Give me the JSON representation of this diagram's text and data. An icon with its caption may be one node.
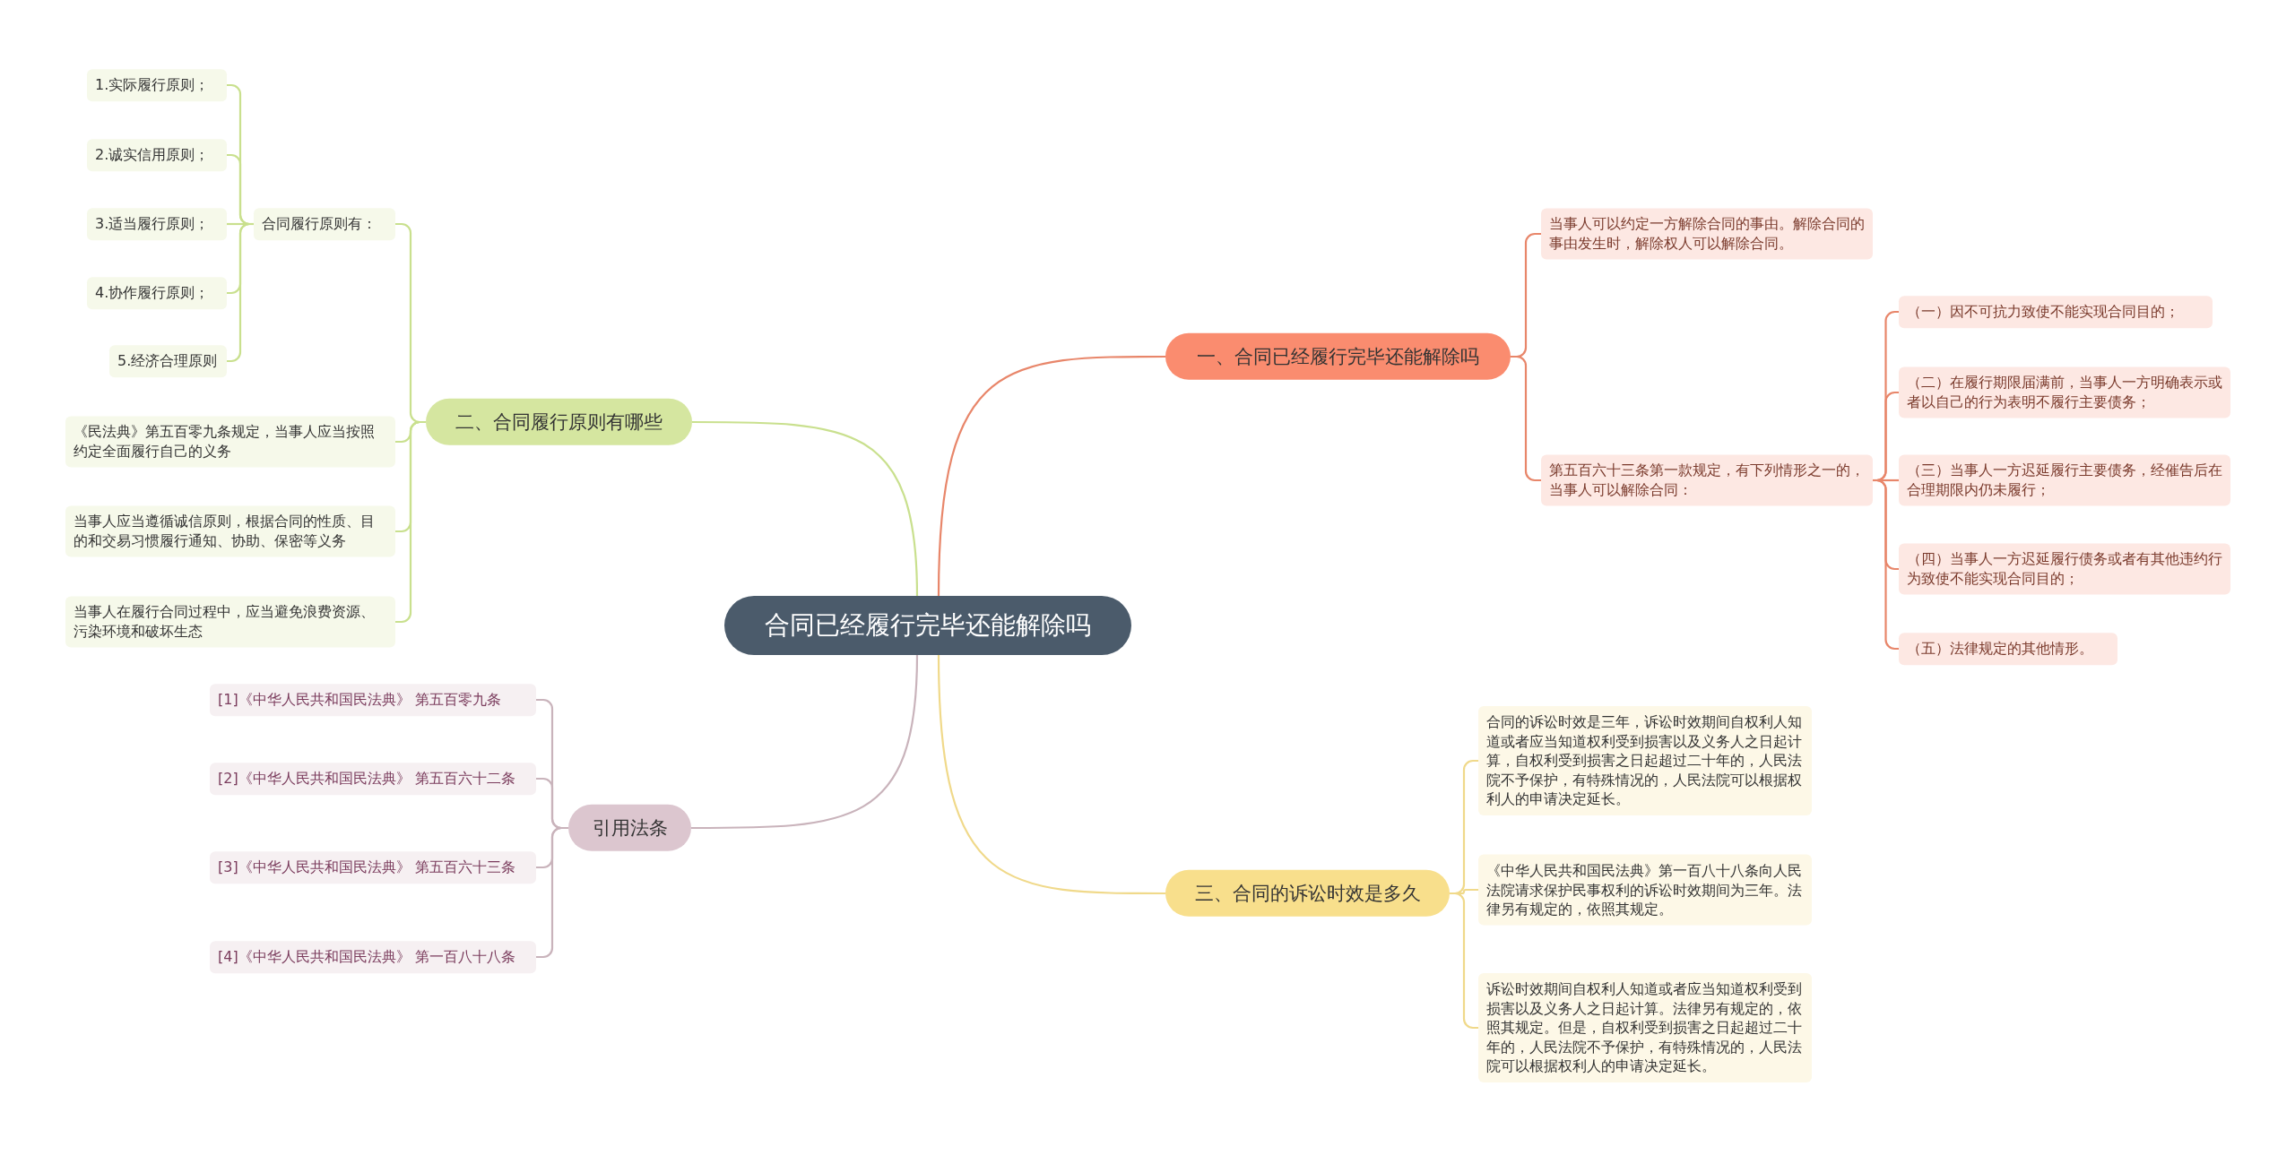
{
  "diagram": {
    "nodes": [
      {
        "text": [
          "合同已经履行完毕还能解除吗"
        ]
      },
      {
        "text": [
          "一、合同已经履行完毕还能解除吗"
        ]
      },
      {
        "text": [
          "当事人可以约定一方解除合同的事由。解除合同的事由发生时，解除权人可以解除合同。"
        ]
      },
      {
        "text": [
          "第五百六十三条第一款规定，有下列情形之一的，当事人可以解除合同："
        ]
      },
      {
        "text": [
          "（一）因不可抗力致使不能实现合同目的；"
        ]
      },
      {
        "text": [
          "（二）在履行期限届满前，当事人一方明确表示或者以自己的行为表明不履行主要债务；"
        ]
      },
      {
        "text": [
          "（三）当事人一方迟延履行主要债务，经催告后在合理期限内仍未履行；"
        ]
      },
      {
        "text": [
          "（四）当事人一方迟延履行债务或者有其他违约行为致使不能实现合同目的；"
        ]
      },
      {
        "text": [
          "（五）法律规定的其他情形。"
        ]
      },
      {
        "text": [
          "二、合同履行原则有哪些"
        ]
      },
      {
        "text": [
          "合同履行原则有："
        ]
      },
      {
        "text": [
          "1.实际履行原则；"
        ]
      },
      {
        "text": [
          "2.诚实信用原则；"
        ]
      },
      {
        "text": [
          "3.适当履行原则；"
        ]
      },
      {
        "text": [
          "4.协作履行原则；"
        ]
      },
      {
        "text": [
          "5.经济合理原则"
        ]
      },
      {
        "text": [
          "《民法典》第五百零九条规定，当事人应当按照约定全面履行自己的义务"
        ]
      },
      {
        "text": [
          "当事人应当遵循诚信原则，根据合同的性质、目的和交易习惯履行通知、协助、保密等义务"
        ]
      },
      {
        "text": [
          "当事人在履行合同过程中，应当避免浪费资源、污染环境和破坏生态"
        ]
      },
      {
        "text": [
          "三、合同的诉讼时效是多久"
        ]
      },
      {
        "text": [
          "合同的诉讼时效是三年，诉讼时效期间自权利人知道或者应当知道权利受到损害以及义务人之日起计算，自权利受到损害之日起超过二十年的，人民法院不予保护，有特殊情况的，人民法院可以根据权利人的申请决定延长。"
        ]
      },
      {
        "text": [
          "《中华人民共和国民法典》第一百八十八条向人民法院请求保护民事权利的诉讼时效期间为三年。法律另有规定的，依照其规定。"
        ]
      },
      {
        "text": [
          "诉讼时效期间自权利人知道或者应当知道权利受到损害以及义务人之日起计算。法律另有规定的，依照其规定。但是，自权利受到损害之日起超过二十年的，人民法院不予保护，有特殊情况的，人民法院可以根据权利人的申请决定延长。"
        ]
      },
      {
        "text": [
          "引用法条"
        ]
      },
      {
        "text": [
          "[1]《中华人民共和国民法典》 第五百零九条"
        ]
      },
      {
        "text": [
          "[2]《中华人民共和国民法典》 第五百六十二条"
        ]
      },
      {
        "text": [
          "[3]《中华人民共和国民法典》 第五百六十三条"
        ]
      },
      {
        "text": [
          "[4]《中华人民共和国民法典》 第一百八十八条"
        ]
      }
    ],
    "edges": [
      {
        "from": 0,
        "to": 1,
        "arrow": "none",
        "color": "#e8866a"
      },
      {
        "from": 1,
        "to": 2,
        "arrow": "none",
        "color": "#e8866a"
      },
      {
        "from": 1,
        "to": 3,
        "arrow": "none",
        "color": "#e8866a"
      },
      {
        "from": 3,
        "to": 4,
        "arrow": "none",
        "color": "#e8866a"
      },
      {
        "from": 3,
        "to": 5,
        "arrow": "none",
        "color": "#e8866a"
      },
      {
        "from": 3,
        "to": 6,
        "arrow": "none",
        "color": "#e8866a"
      },
      {
        "from": 3,
        "to": 7,
        "arrow": "none",
        "color": "#e8866a"
      },
      {
        "from": 3,
        "to": 8,
        "arrow": "none",
        "color": "#e8866a"
      },
      {
        "from": 0,
        "to": 9,
        "arrow": "none"
      },
      {
        "from": 9,
        "to": 10,
        "arrow": "none"
      },
      {
        "from": 10,
        "to": 11,
        "arrow": "none"
      },
      {
        "from": 10,
        "to": 12,
        "arrow": "none"
      },
      {
        "from": 10,
        "to": 13,
        "arrow": "none"
      },
      {
        "from": 10,
        "to": 14,
        "arrow": "none"
      },
      {
        "from": 10,
        "to": 15,
        "arrow": "none"
      },
      {
        "from": 9,
        "to": 16,
        "arrow": "none"
      },
      {
        "from": 9,
        "to": 17,
        "arrow": "none"
      },
      {
        "from": 9,
        "to": 18,
        "arrow": "none"
      },
      {
        "from": 0,
        "to": 19,
        "arrow": "none",
        "color": "#f0d98a"
      },
      {
        "from": 19,
        "to": 20,
        "arrow": "none",
        "color": "#f0d98a"
      },
      {
        "from": 19,
        "to": 21,
        "arrow": "none",
        "color": "#f0d98a"
      },
      {
        "from": 19,
        "to": 22,
        "arrow": "none",
        "color": "#f0d98a"
      },
      {
        "from": 0,
        "to": 23,
        "arrow": "none",
        "color": "#c9b3bb"
      },
      {
        "from": 23,
        "to": 24,
        "arrow": "none",
        "color": "#c9b3bb"
      },
      {
        "from": 23,
        "to": 25,
        "arrow": "none",
        "color": "#c9b3bb"
      },
      {
        "from": 23,
        "to": 26,
        "arrow": "none",
        "color": "#c9b3bb"
      },
      {
        "from": 23,
        "to": 27,
        "arrow": "none",
        "color": "#c9b3bb"
      }
    ]
  }
}
